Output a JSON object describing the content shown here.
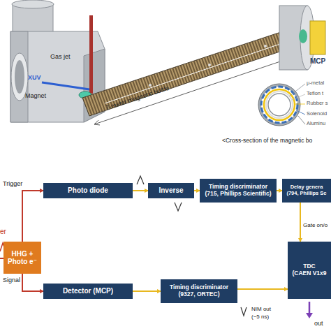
{
  "diagram": {
    "nodes": [
      {
        "text": [
          "Photo diode"
        ]
      },
      {
        "text": [
          "Inverse"
        ]
      },
      {
        "text": [
          "Timing discriminator (715, Phillips Scientific)"
        ]
      },
      {
        "text": [
          "Delay genera",
          "(794, Phillips Sc"
        ]
      },
      {
        "text": [
          "HHG + Photo e⁻"
        ]
      },
      {
        "text": [
          "Detector (MCP)"
        ]
      },
      {
        "text": [
          "Timing discriminator (9327, ORTEC)"
        ]
      },
      {
        "text": [
          "TDC",
          "(CAEN V1x9"
        ]
      }
    ],
    "edges": [
      {
        "from": 4,
        "to": 0,
        "label": "Trigger",
        "arrow": "to"
      },
      {
        "from": 0,
        "to": 1,
        "arrow": "to"
      },
      {
        "from": 1,
        "to": 2,
        "arrow": "to"
      },
      {
        "from": 2,
        "to": 3,
        "arrow": "to"
      },
      {
        "from": 2,
        "to": 7,
        "label": "Gate on/o",
        "arrow": "to"
      },
      {
        "from": 4,
        "to": 5,
        "label": "Signal",
        "arrow": "to"
      },
      {
        "from": 5,
        "to": 6,
        "arrow": "to"
      },
      {
        "from": 6,
        "to": 7,
        "arrow": "to"
      }
    ],
    "labels": [
      "Gas jet",
      "XUV",
      "Magnet",
      "7-meter magnetic bottle",
      "MCP",
      "μ-metal",
      "Teflon t",
      "Rubber s",
      "Solenoid",
      "Aluminu",
      "<Cross-section of the magnetic bo",
      "er",
      "NIM out",
      "(~5 ns)",
      "out"
    ]
  }
}
